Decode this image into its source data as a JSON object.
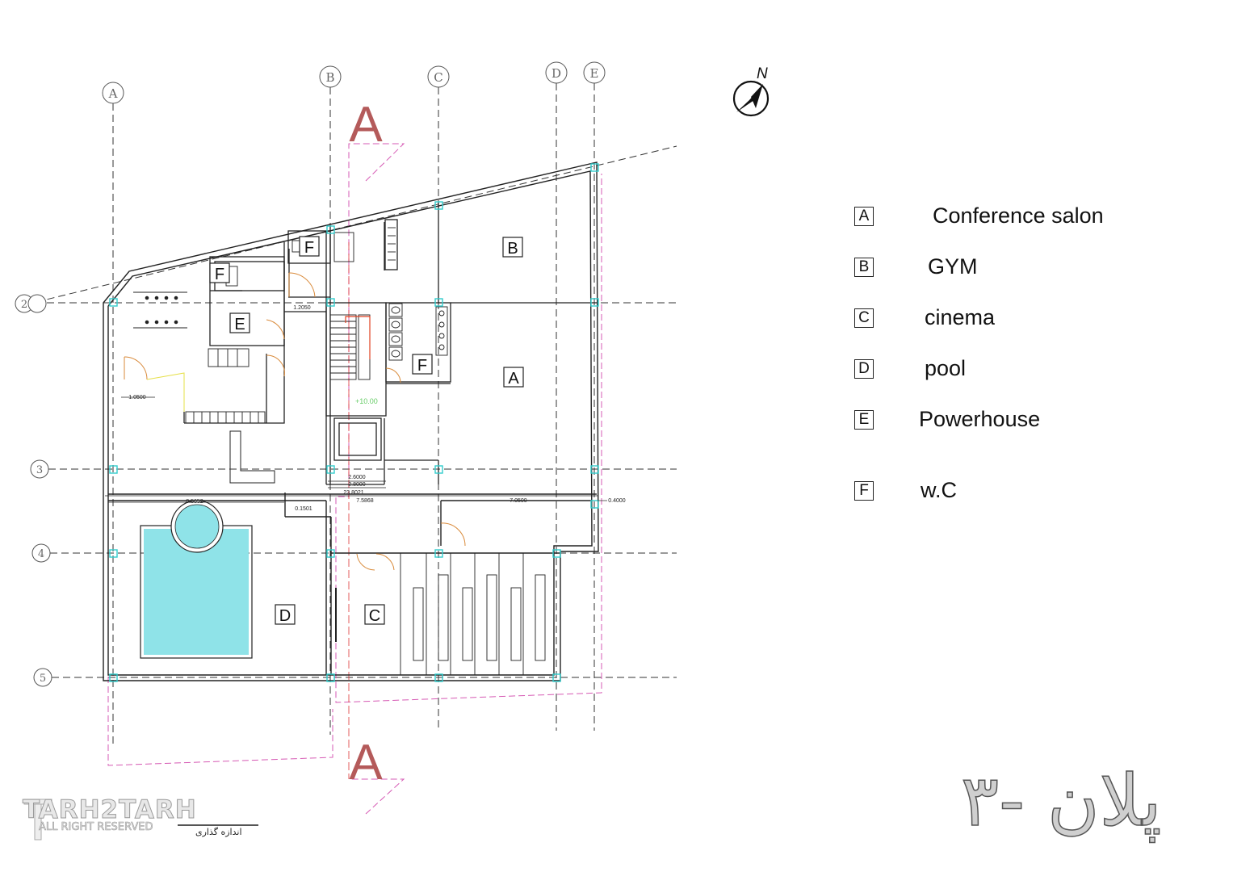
{
  "grid_columns": [
    "A",
    "B",
    "C",
    "D",
    "E"
  ],
  "grid_rows": [
    "2",
    "3",
    "4",
    "5"
  ],
  "north_label": "N",
  "section_marks": [
    "A",
    "A"
  ],
  "rooms": {
    "b": "B",
    "a": "A",
    "e": "E",
    "f1": "F",
    "f2": "F",
    "f3": "F",
    "d": "D",
    "c": "C"
  },
  "dimensions": {
    "d1": "1.2050",
    "d2": "1.0500",
    "d3": "2.6000",
    "d4": "2.8000",
    "d5": "23.8021",
    "d6": "8.5652",
    "d7": "7.5868",
    "d8": "7.0500",
    "d9": "0.4000",
    "d10": "0.1501",
    "level": "+10.00"
  },
  "legend": [
    {
      "key": "A",
      "label": "Conference salon"
    },
    {
      "key": "B",
      "label": "GYM"
    },
    {
      "key": "C",
      "label": "cinema"
    },
    {
      "key": "D",
      "label": "pool"
    },
    {
      "key": "E",
      "label": "Powerhouse"
    },
    {
      "key": "F",
      "label": "w.C"
    }
  ],
  "plan_title": "پلان -۳",
  "watermark": {
    "name": "TARH2TARH",
    "rights": "ALL RIGHT RESERVED",
    "subtitle": "اندازه گذاری"
  },
  "colors": {
    "line": "#222222",
    "grid_dash": "#333333",
    "section_red": "#b45a5a",
    "section_pink": "#d65ab4",
    "pool_water": "#8fe3e8",
    "door": "#d98a3a",
    "column_cyan": "#33cccc"
  }
}
